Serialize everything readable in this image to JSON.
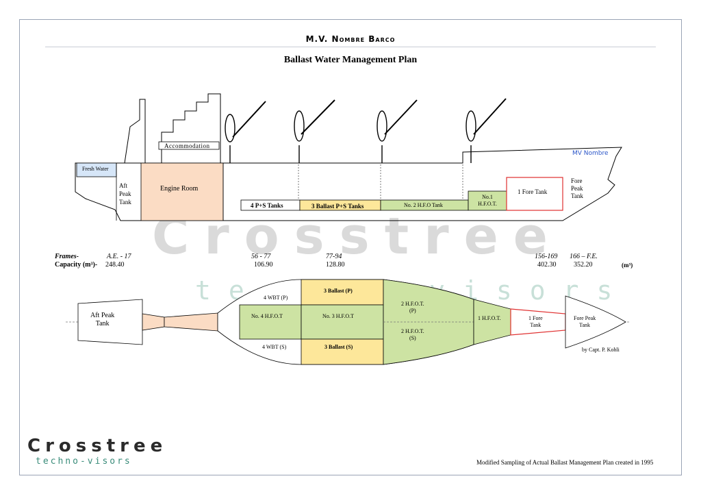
{
  "header": {
    "vessel": "M.V. Nombre Barco",
    "title": "Ballast Water Management Plan"
  },
  "profile": {
    "accommodation": "Accommodation",
    "fresh_water": "Fresh Water",
    "aft_peak_tank": [
      "Aft",
      "Peak",
      "Tank"
    ],
    "engine_room": "Engine Room",
    "tanks_4ps": "4 P+S Tanks",
    "ballast_3ps": "3 Ballast P+S Tanks",
    "no2_hfo": "No. 2 H.F.O Tank",
    "no1_hfo": [
      "No.1",
      "H.F.O.T."
    ],
    "fore_tank": "1 Fore Tank",
    "fore_peak_tank": [
      "Fore",
      "Peak",
      "Tank"
    ],
    "vessel_label": "MV Nombre"
  },
  "frames": {
    "frames_label": "Frames-",
    "capacity_label": "Capacity (m³)-",
    "unit": "(m³)",
    "cols": [
      {
        "frame": "A.E. - 17",
        "capacity": "248.40"
      },
      {
        "frame": "56 - 77",
        "capacity": "106.90"
      },
      {
        "frame": "77-94",
        "capacity": "128.80"
      },
      {
        "frame": "156-169",
        "capacity": "402.30"
      },
      {
        "frame": "166 – F.E.",
        "capacity": "352.20"
      }
    ]
  },
  "plan": {
    "aft_peak": [
      "Aft Peak",
      "Tank"
    ],
    "wbt4p": "4 WBT (P)",
    "ballast3p": "3 Ballast (P)",
    "no4_hfot": "No. 4 H.F.O.T",
    "no3_hfot": "No. 3 H.F.O.T",
    "hfot2p": [
      "2 H.F.O.T.",
      "(P)"
    ],
    "hfot2s": [
      "2 H.F.O.T.",
      "(S)"
    ],
    "hfot1": "1 H.F.O.T.",
    "fore1": [
      "1 Fore",
      "Tank"
    ],
    "fore_peak": [
      "Fore Peak",
      "Tank"
    ],
    "wbt4s": "4 WBT (S)",
    "ballast3s": "3 Ballast (S)",
    "credit": "by Capt. P. Kohli"
  },
  "watermark": {
    "main": "Crosstree",
    "sub": "techno visors"
  },
  "logo": {
    "main": "Crosstree",
    "sub": "techno-visors"
  },
  "footer": {
    "note": "Modified Sampling of Actual Ballast Management Plan created in 1995"
  },
  "colors": {
    "fresh_water": "#d6e6f8",
    "engine_room": "#fbdcc4",
    "ballast": "#fde79a",
    "hfo": "#cde3a3",
    "fore_tank": "#e03030"
  }
}
